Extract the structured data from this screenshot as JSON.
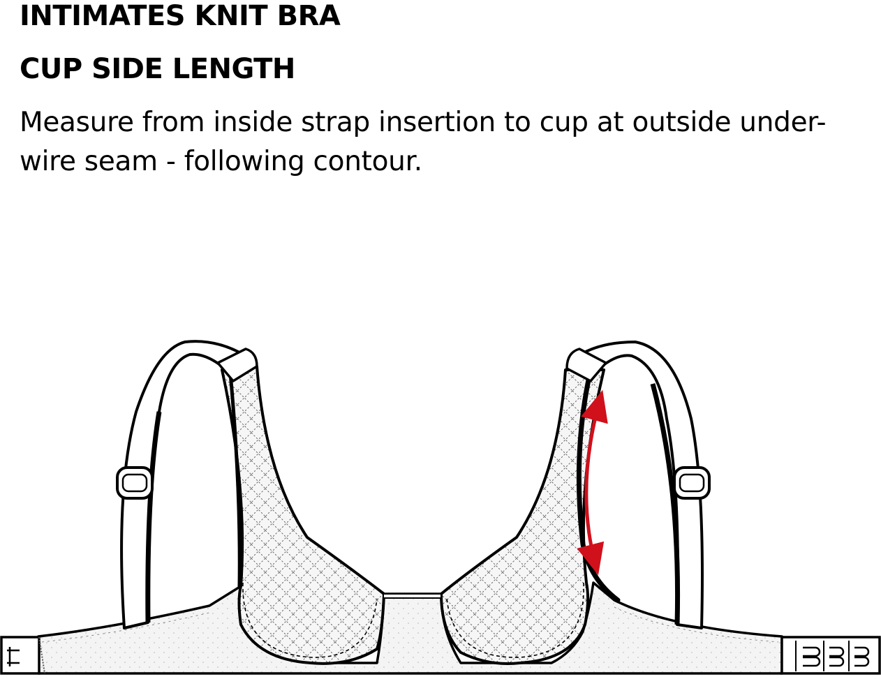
{
  "heading": "INTIMATES KNIT BRA",
  "subheading": "CUP SIDE LENGTH",
  "instruction": {
    "line1": "Measure from inside strap insertion to cup at outside under-",
    "line2": "wire seam - following contour."
  },
  "colors": {
    "outline": "#000000",
    "measurement_arrow": "#d0101b",
    "band_fill": "#f4f4f4",
    "mesh_fill": "#f6f6f6",
    "background": "#ffffff"
  },
  "icons": {
    "strap_adjuster": "slider-buckle-icon",
    "hook_and_eye": "hook-eye-closure-icon"
  }
}
